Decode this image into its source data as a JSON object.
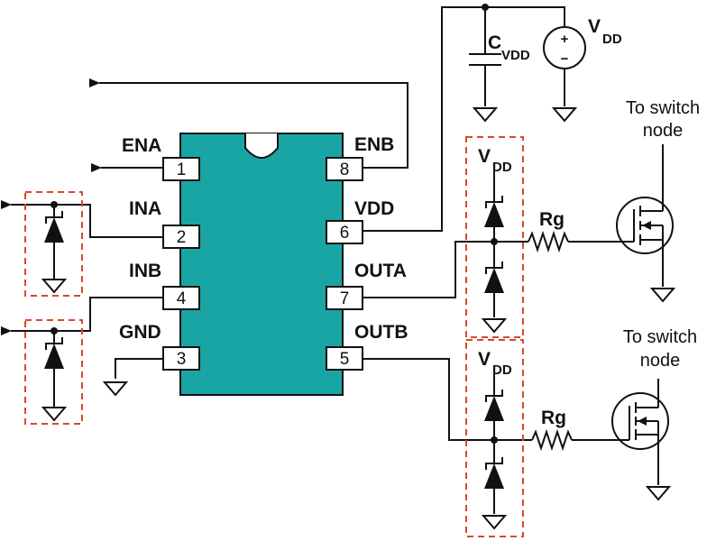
{
  "pins": {
    "ena": "ENA",
    "ina": "INA",
    "inb": "INB",
    "gnd": "GND",
    "enb": "ENB",
    "vdd": "VDD",
    "outa": "OUTA",
    "outb": "OUTB",
    "n1": "1",
    "n2": "2",
    "n3": "3",
    "n4": "4",
    "n5": "5",
    "n6": "6",
    "n7": "7",
    "n8": "8"
  },
  "supply": {
    "main": "V",
    "sub": "DD",
    "plus": "+",
    "minus": "−"
  },
  "capacitor": {
    "main": "C",
    "sub": "VDD"
  },
  "clamp": {
    "main": "V",
    "sub": "DD"
  },
  "resistor": "Rg",
  "switch_note": {
    "line1": "To switch",
    "line2": "node"
  },
  "colors": {
    "ic_body": "#1aa5a5",
    "clamp_box": "#d9482b",
    "wire": "#111111"
  }
}
